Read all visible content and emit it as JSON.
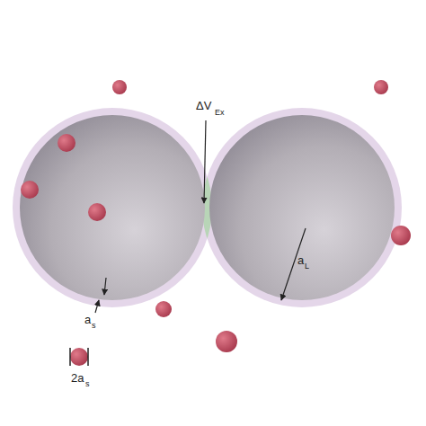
{
  "diagram": {
    "labels": [
      "ΔV",
      "Ex",
      "a",
      "s",
      "a",
      "L",
      "2a",
      "s"
    ]
  }
}
